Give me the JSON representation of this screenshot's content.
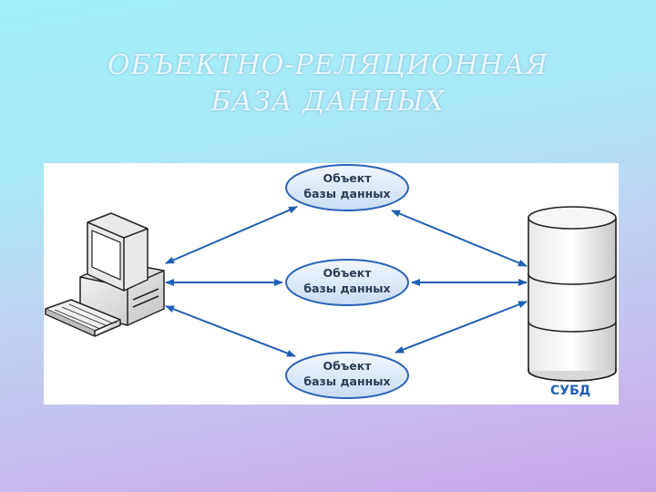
{
  "slide": {
    "title_line1": "ОБЪЕКТНО-РЕЛЯЦИОННАЯ",
    "title_line2": "БАЗА ДАННЫХ"
  },
  "diagram": {
    "objects": [
      {
        "line1": "Объект",
        "line2": "базы данных"
      },
      {
        "line1": "Объект",
        "line2": "базы данных"
      },
      {
        "line1": "Объект",
        "line2": "базы данных"
      }
    ],
    "dbms_label": "СУБД",
    "icons": [
      "computer-icon",
      "database-cylinder-icon"
    ],
    "colors": {
      "arrow": "#1f5fb4",
      "ellipse_fill": "#dbe8f8",
      "ellipse_stroke": "#2b63b8",
      "label_text": "#2a3d55",
      "dbms_text": "#1f5fb4"
    }
  }
}
